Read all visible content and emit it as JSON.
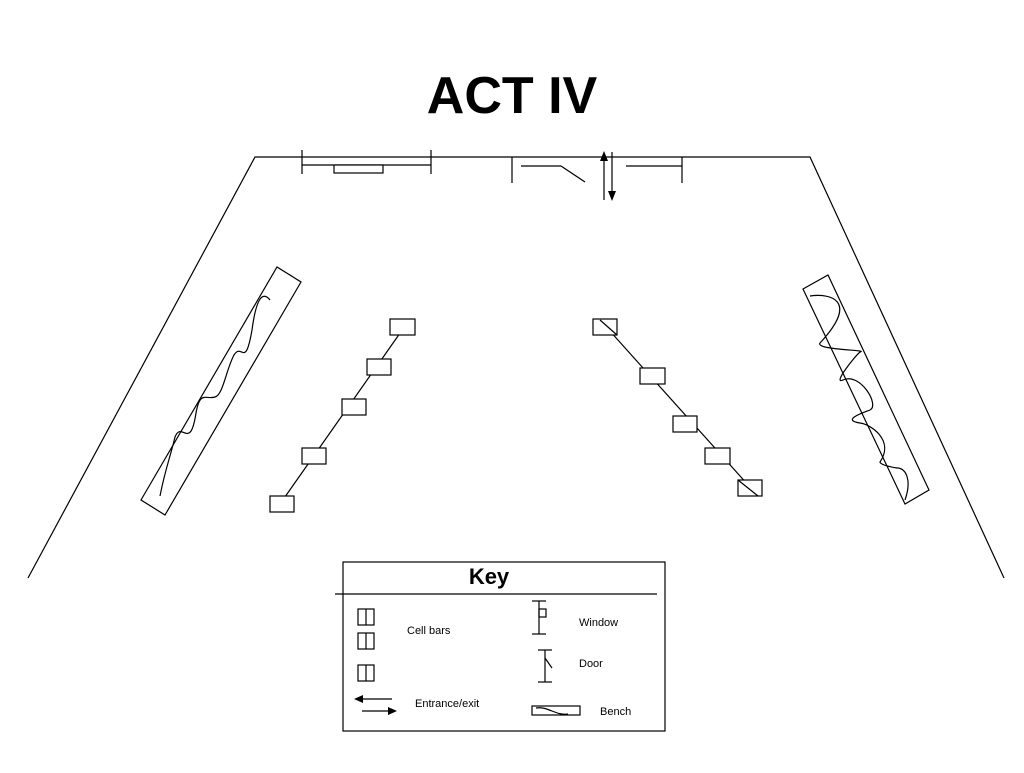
{
  "title": "ACT IV",
  "key": {
    "heading": "Key",
    "items": {
      "cell_bars": "Cell bars",
      "window": "Window",
      "door": "Door",
      "entrance_exit": "Entrance/exit",
      "bench": "Bench"
    }
  },
  "colors": {
    "ink": "#000000",
    "paper": "#ffffff"
  }
}
